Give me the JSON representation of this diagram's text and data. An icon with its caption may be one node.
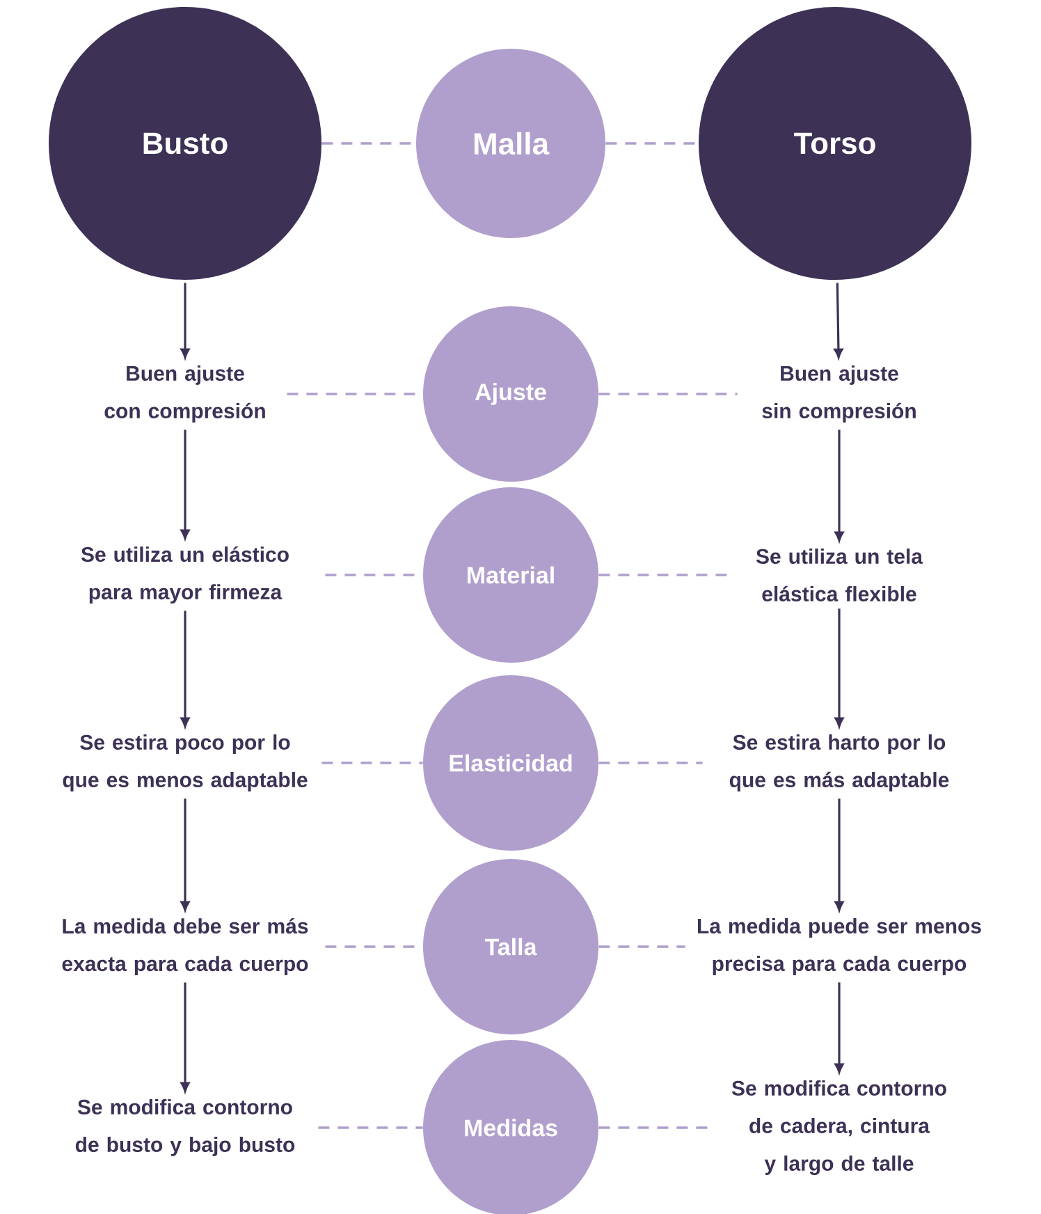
{
  "diagram": {
    "nodes": [
      {
        "text": [
          "Busto"
        ]
      },
      {
        "text": [
          "Malla"
        ]
      },
      {
        "text": [
          "Torso"
        ]
      },
      {
        "text": [
          "Buen ajuste con compresión"
        ]
      },
      {
        "text": [
          "Ajuste"
        ]
      },
      {
        "text": [
          "Buen ajuste sin compresión"
        ]
      },
      {
        "text": [
          "Se utiliza un elástico para mayor firmeza"
        ]
      },
      {
        "text": [
          "Material"
        ]
      },
      {
        "text": [
          "Se utiliza un tela elástica flexible"
        ]
      },
      {
        "text": [
          "Se estira poco por lo que es menos adaptable"
        ]
      },
      {
        "text": [
          "Elasticidad"
        ]
      },
      {
        "text": [
          "Se estira harto por lo que es más adaptable"
        ]
      },
      {
        "text": [
          "La medida debe ser más exacta para cada cuerpo"
        ]
      },
      {
        "text": [
          "Talla"
        ]
      },
      {
        "text": [
          "La medida puede ser menos precisa para cada cuerpo"
        ]
      },
      {
        "text": [
          "Se modifica contorno de busto y bajo busto"
        ]
      },
      {
        "text": [
          "Medidas"
        ]
      },
      {
        "text": [
          "Se modifica contorno de cadera, cintura y largo de talle"
        ]
      }
    ],
    "edges": [
      {
        "from": 0,
        "to": 1,
        "arrow": "none",
        "style": "dashed"
      },
      {
        "from": 1,
        "to": 2,
        "arrow": "none",
        "style": "dashed"
      },
      {
        "from": 0,
        "to": 3,
        "arrow": "to",
        "color": "#3d3155"
      },
      {
        "from": 2,
        "to": 5,
        "arrow": "to",
        "color": "#3d3155"
      },
      {
        "from": 3,
        "to": 4,
        "arrow": "none",
        "style": "dashed"
      },
      {
        "from": 4,
        "to": 5,
        "arrow": "none",
        "style": "dashed"
      },
      {
        "from": 3,
        "to": 6,
        "arrow": "to",
        "color": "#3d3155"
      },
      {
        "from": 5,
        "to": 8,
        "arrow": "to",
        "color": "#3d3155"
      },
      {
        "from": 6,
        "to": 7,
        "arrow": "none",
        "style": "dashed"
      },
      {
        "from": 7,
        "to": 8,
        "arrow": "none",
        "style": "dashed"
      },
      {
        "from": 6,
        "to": 9,
        "arrow": "to",
        "color": "#3d3155"
      },
      {
        "from": 8,
        "to": 11,
        "arrow": "to",
        "color": "#3d3155"
      },
      {
        "from": 9,
        "to": 10,
        "arrow": "none",
        "style": "dashed"
      },
      {
        "from": 10,
        "to": 11,
        "arrow": "none",
        "style": "dashed"
      },
      {
        "from": 9,
        "to": 12,
        "arrow": "to",
        "color": "#3d3155"
      },
      {
        "from": 11,
        "to": 14,
        "arrow": "to",
        "color": "#3d3155"
      },
      {
        "from": 12,
        "to": 13,
        "arrow": "none",
        "style": "dashed"
      },
      {
        "from": 13,
        "to": 14,
        "arrow": "none",
        "style": "dashed"
      },
      {
        "from": 12,
        "to": 15,
        "arrow": "to",
        "color": "#3d3155"
      },
      {
        "from": 14,
        "to": 17,
        "arrow": "to",
        "color": "#3d3155"
      },
      {
        "from": 15,
        "to": 16,
        "arrow": "none",
        "style": "dashed"
      },
      {
        "from": 16,
        "to": 17,
        "arrow": "none",
        "style": "dashed"
      }
    ]
  }
}
